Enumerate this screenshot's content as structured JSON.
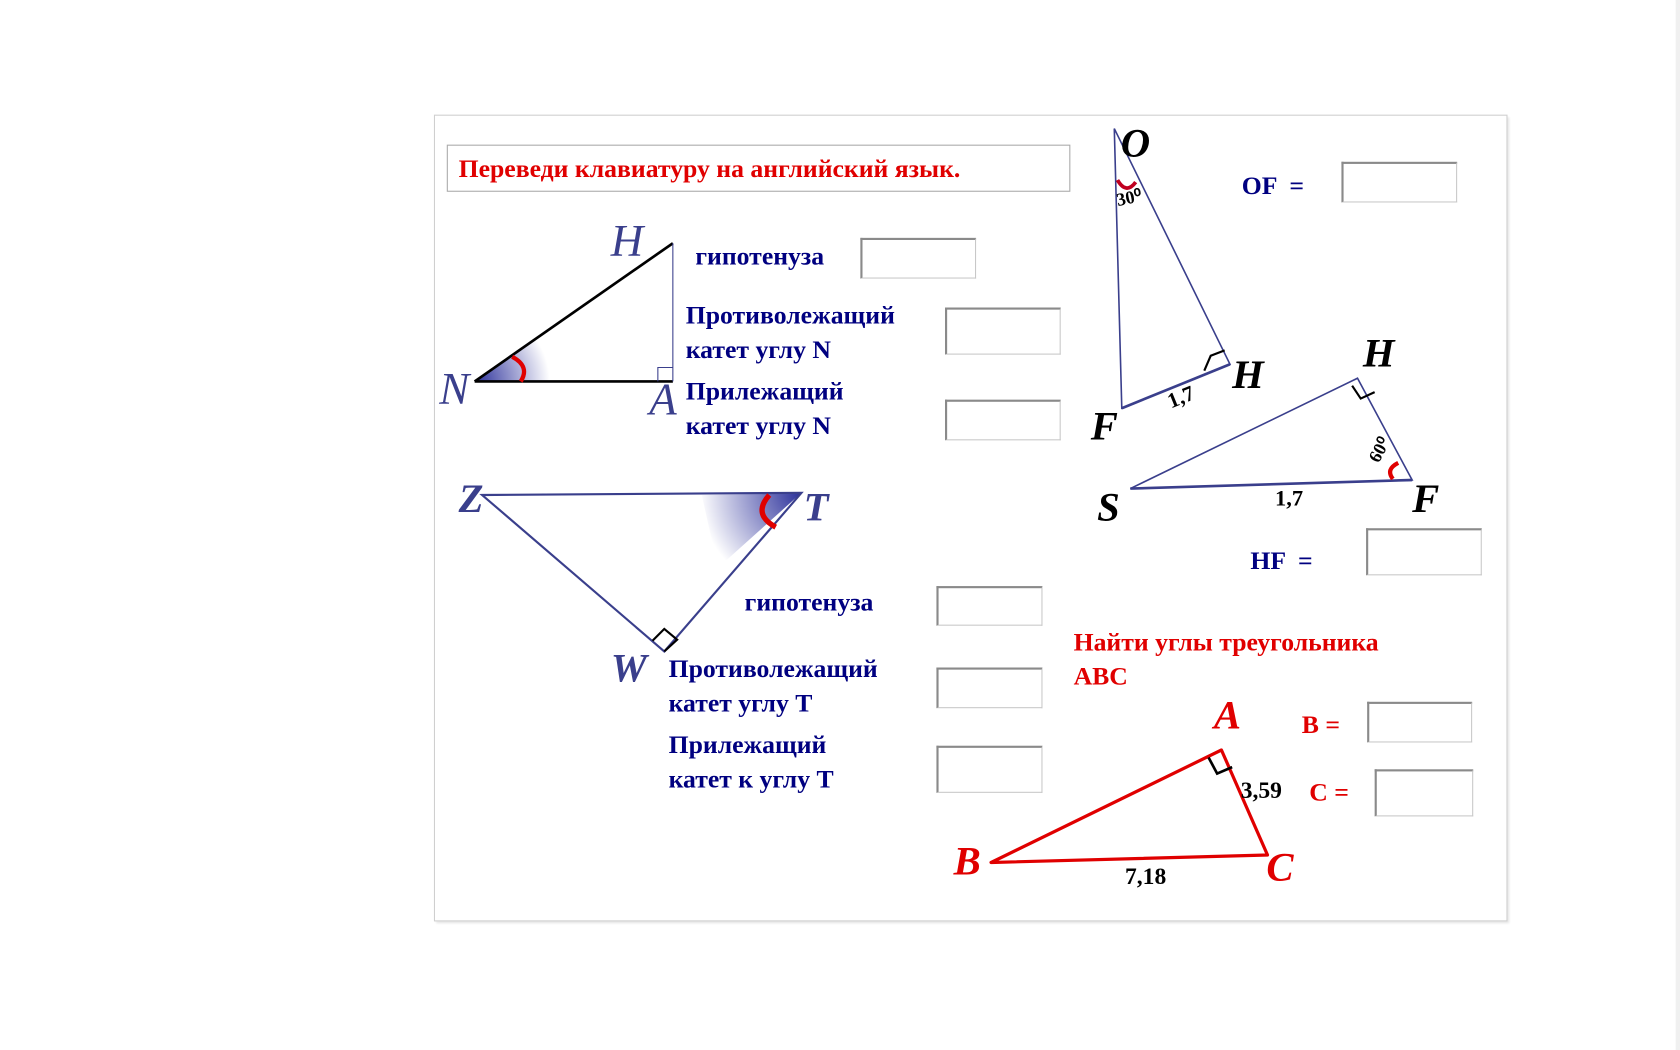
{
  "instruction": "Переведи клавиатуру на английский язык.",
  "triangle_nha": {
    "vertices": {
      "N": "N",
      "H": "H",
      "A": "A"
    },
    "hypotenuse_label": "гипотенуза",
    "opposite_label_1": "Противолежащий",
    "opposite_label_2": "катет углу N",
    "adjacent_label_1": "Прилежащий",
    "adjacent_label_2": "катет углу N",
    "hypotenuse_value": "",
    "opposite_value": "",
    "adjacent_value": ""
  },
  "triangle_ztw": {
    "vertices": {
      "Z": "Z",
      "T": "T",
      "W": "W"
    },
    "hypotenuse_label": "гипотенуза",
    "opposite_label_1": "Противолежащий",
    "opposite_label_2": "катет углу T",
    "adjacent_label_1": "Прилежащий",
    "adjacent_label_2": "катет к углу T",
    "hypotenuse_value": "",
    "opposite_value": "",
    "adjacent_value": ""
  },
  "triangle_ofh": {
    "vertices": {
      "O": "O",
      "F": "F",
      "H": "H"
    },
    "angle": "30⁰",
    "side": "1,7",
    "question": "OF  =",
    "answer": ""
  },
  "triangle_shf": {
    "vertices": {
      "S": "S",
      "H": "H",
      "F": "F"
    },
    "angle": "60⁰",
    "side": "1,7",
    "question": "HF  =",
    "answer": ""
  },
  "triangle_abc": {
    "task_line1": "Найти углы треугольника",
    "task_line2": "ABC",
    "vertices": {
      "A": "A",
      "B": "B",
      "C": "C"
    },
    "side_ac": "3,59",
    "side_bc": "7,18",
    "b_label": "B =",
    "c_label": "C =",
    "b_answer": "",
    "c_answer": ""
  },
  "colors": {
    "navy": "#000080",
    "red": "#e00000",
    "figure": "#3a3f8c"
  }
}
